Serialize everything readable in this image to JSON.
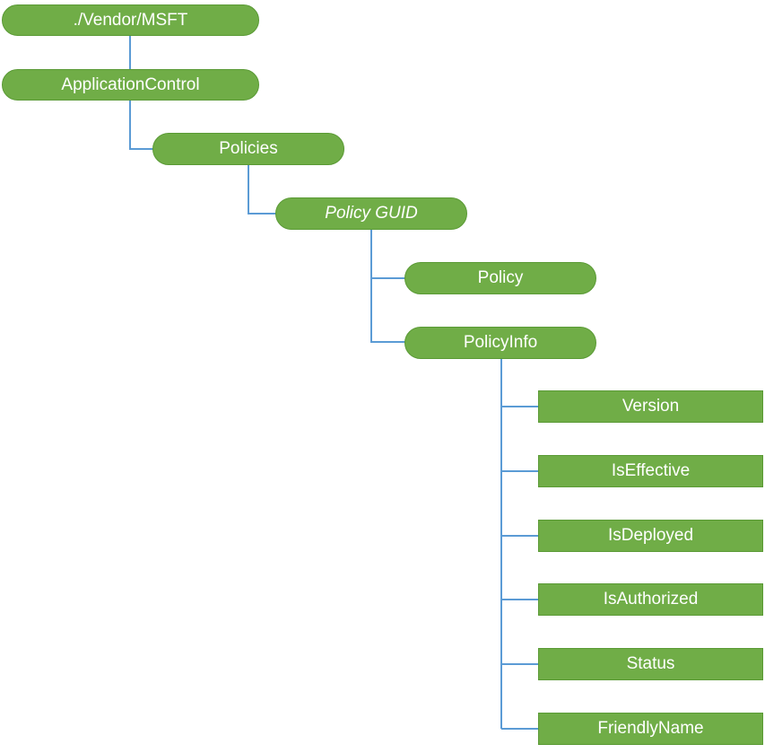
{
  "colors": {
    "node_fill": "#70ad47",
    "node_text": "#ffffff",
    "connector": "#5b9bd5"
  },
  "nodes": {
    "vendor_msft": "./Vendor/MSFT",
    "application_control": "ApplicationControl",
    "policies": "Policies",
    "policy_guid": "Policy GUID",
    "policy": "Policy",
    "policy_info": "PolicyInfo",
    "version": "Version",
    "is_effective": "IsEffective",
    "is_deployed": "IsDeployed",
    "is_authorized": "IsAuthorized",
    "status": "Status",
    "friendly_name": "FriendlyName"
  }
}
